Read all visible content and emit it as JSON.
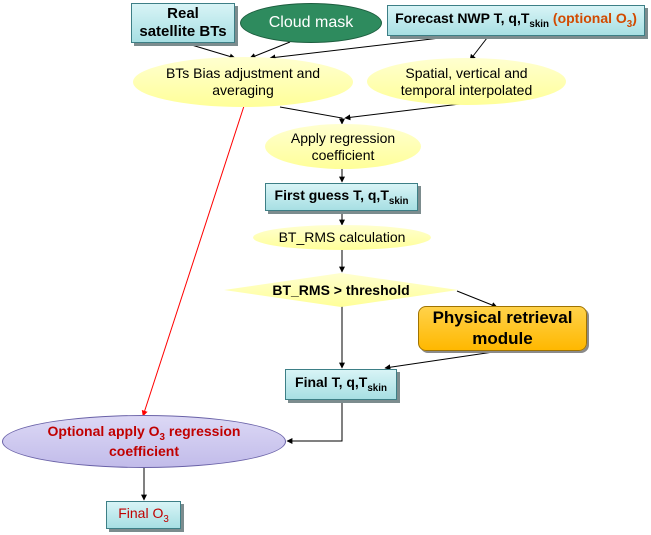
{
  "nodes": {
    "real_bts": {
      "line1": "Real",
      "line2": "satellite BTs"
    },
    "cloud_mask": {
      "label": "Cloud mask"
    },
    "forecast_nwp": {
      "prefix": "Forecast NWP T, q,T",
      "sub": "skin",
      "optional_prefix": " (optional O",
      "optional_sub": "3",
      "optional_suffix": ")"
    },
    "bias_adjust": {
      "line1": "BTs Bias adjustment and",
      "line2": "averaging"
    },
    "interpolated": {
      "line1": "Spatial, vertical and",
      "line2": "temporal interpolated"
    },
    "apply_regression": {
      "line1": "Apply regression",
      "line2": "coefficient"
    },
    "first_guess": {
      "prefix": "First guess T, q,T",
      "sub": "skin"
    },
    "bt_rms_calc": {
      "label": "BT_RMS calculation"
    },
    "threshold": {
      "label": "BT_RMS > threshold"
    },
    "physical_retrieval": {
      "line1": "Physical retrieval",
      "line2": "module"
    },
    "final_tq": {
      "prefix": "Final T, q,T",
      "sub": "skin"
    },
    "optional_o3": {
      "prefix": "Optional apply O",
      "sub": "3",
      "suffix": " regression",
      "line2": "coefficient"
    },
    "final_o3": {
      "prefix": "Final O",
      "sub": "3"
    }
  },
  "colors": {
    "rect_fill": "#bfe9ec",
    "ellipse_fill": "#ffffa8",
    "process_fill": "#ffc000",
    "cloud_fill": "#2e8b5e",
    "o3_fill": "#cdc8ef",
    "o3_text": "#c00000",
    "optional_text": "#d24a00",
    "red_arrow": "#ff0000"
  }
}
